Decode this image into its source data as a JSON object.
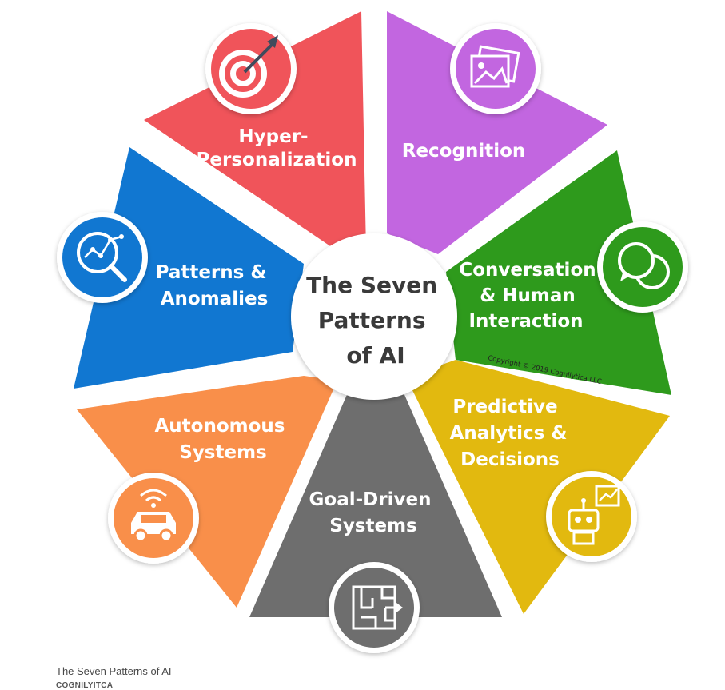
{
  "center": {
    "line1": "The Seven",
    "line2": "Patterns",
    "line3": "of AI"
  },
  "segments": [
    {
      "key": "hyper",
      "lines": [
        "Hyper-",
        "Personalization"
      ],
      "color": "#f0545a",
      "icon": "target-icon"
    },
    {
      "key": "recognition",
      "lines": [
        "Recognition"
      ],
      "color": "#c266e0",
      "icon": "image-icon"
    },
    {
      "key": "conversation",
      "lines": [
        "Conversation",
        "& Human",
        "Interaction"
      ],
      "color": "#2e9a1c",
      "icon": "chat-bubbles-icon"
    },
    {
      "key": "predictive",
      "lines": [
        "Predictive",
        "Analytics &",
        "Decisions"
      ],
      "color": "#e2b90f",
      "icon": "robot-chart-icon"
    },
    {
      "key": "goal",
      "lines": [
        "Goal-Driven",
        "Systems"
      ],
      "color": "#6e6e6e",
      "icon": "maze-icon"
    },
    {
      "key": "autonomous",
      "lines": [
        "Autonomous",
        "Systems"
      ],
      "color": "#f98f4a",
      "icon": "autonomous-car-icon"
    },
    {
      "key": "patterns",
      "lines": [
        "Patterns &",
        "Anomalies"
      ],
      "color": "#1177d1",
      "icon": "magnifier-chart-icon"
    }
  ],
  "copyright": "Copyright © 2019 Cognilytica LLC",
  "caption": "The Seven Patterns of AI",
  "credit": "COGNILYITCA"
}
